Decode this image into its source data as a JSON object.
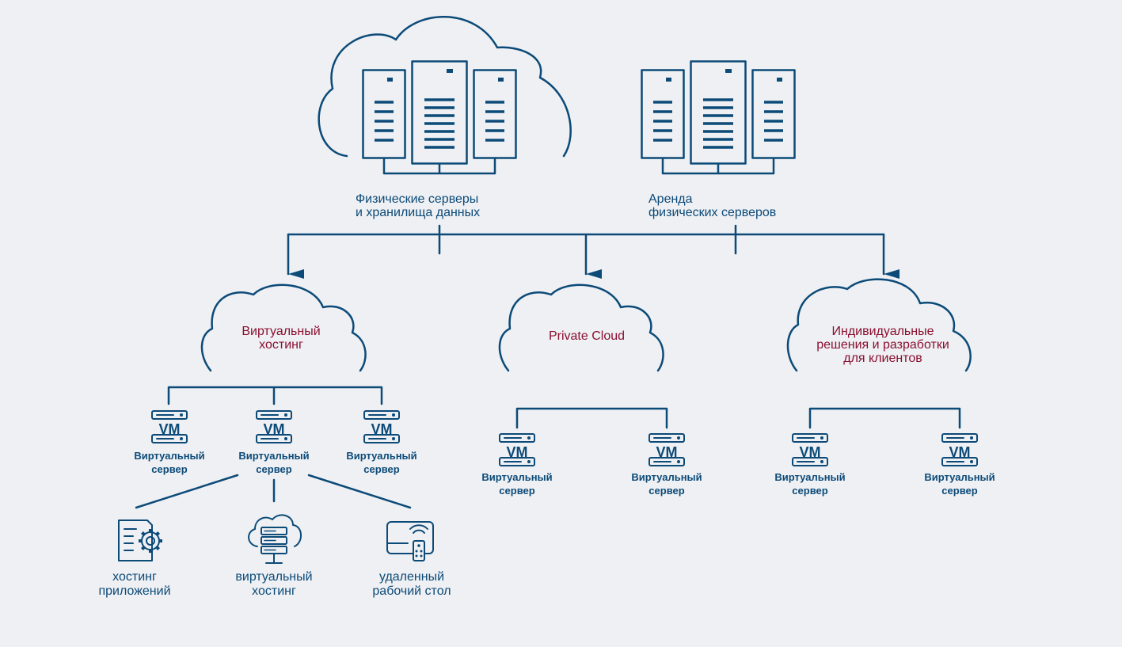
{
  "sources": [
    {
      "id": "physical",
      "label_lines": [
        "Физические серверы",
        "и хранилища данных"
      ]
    },
    {
      "id": "rental",
      "label_lines": [
        "Аренда",
        "физических серверов"
      ]
    }
  ],
  "clouds": [
    {
      "id": "virtual-hosting",
      "label_lines": [
        "Виртуальный",
        "хостинг"
      ]
    },
    {
      "id": "private-cloud",
      "label_lines": [
        "Private Cloud"
      ]
    },
    {
      "id": "custom-solutions",
      "label_lines": [
        "Индивидуальные",
        "решения и разработки",
        "для клиентов"
      ]
    }
  ],
  "vm_icon_text": "VM",
  "virtual_servers": [
    {
      "cloud": "virtual-hosting",
      "label_lines": [
        "Виртуальный",
        "сервер"
      ]
    },
    {
      "cloud": "virtual-hosting",
      "label_lines": [
        "Виртуальный",
        "сервер"
      ]
    },
    {
      "cloud": "virtual-hosting",
      "label_lines": [
        "Виртуальный",
        "сервер"
      ]
    },
    {
      "cloud": "private-cloud",
      "label_lines": [
        "Виртуальный",
        "сервер"
      ]
    },
    {
      "cloud": "private-cloud",
      "label_lines": [
        "Виртуальный",
        "сервер"
      ]
    },
    {
      "cloud": "custom-solutions",
      "label_lines": [
        "Виртуальный",
        "сервер"
      ]
    },
    {
      "cloud": "custom-solutions",
      "label_lines": [
        "Виртуальный",
        "сервер"
      ]
    }
  ],
  "services": [
    {
      "icon": "app-settings-icon",
      "label_lines": [
        "хостинг",
        "приложений"
      ]
    },
    {
      "icon": "cloud-server-icon",
      "label_lines": [
        "виртуальный",
        "хостинг"
      ]
    },
    {
      "icon": "remote-desktop-icon",
      "label_lines": [
        "удаленный",
        "рабочий стол"
      ]
    }
  ],
  "colors": {
    "background": "#eef0f3",
    "primary": "#0c4a78",
    "cloud_label": "#8a1030"
  }
}
